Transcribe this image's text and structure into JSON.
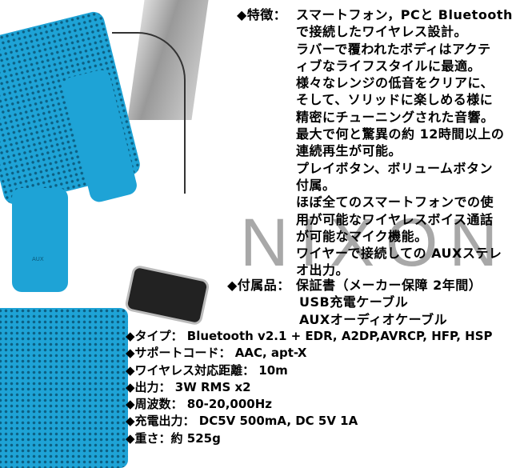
{
  "logo": "NIXON",
  "features": {
    "label": "◆特徴：",
    "lines": [
      "スマートフォン，PCと Bluetooth",
      "で接続したワイヤレス設計。",
      "ラバーで覆われたボディはアクテ",
      "ィブなライフスタイルに最適。",
      "様々なレンジの低音をクリアに、",
      "そして、ソリッドに楽しめる様に",
      "精密にチューニングされた音響。",
      "最大で何と驚異の約 12時間以上の",
      "連続再生が可能。",
      "プレイボタン、ボリュームボタン",
      "付属。",
      "ほぼ全てのスマートフォンでの使",
      "用が可能なワイヤレスボイス通話",
      "が可能なマイク機能。",
      "ワイヤーで接続しての AUXステレ",
      "オ出力。"
    ]
  },
  "accessories": {
    "label": "◆付属品：",
    "lines": [
      "保証書（メーカー保障 2年間）",
      "USB充電ケーブル",
      "AUXオーディオケーブル"
    ]
  },
  "specs": [
    "◆タイプ： Bluetooth v2.1 + EDR, A2DP,AVRCP, HFP, HSP",
    "◆サポートコード： AAC, apt-X",
    "◆ワイヤレス対応距離： 10m",
    "◆出力： 3W RMS x2",
    "◆周波数： 80-20,000Hz",
    "◆充電出力： DC5V 500mA, DC 5V 1A",
    "◆重さ：約 525g"
  ],
  "product_labels": {
    "aux": "AUX"
  },
  "colors": {
    "speaker_blue": "#1ea3d6"
  }
}
